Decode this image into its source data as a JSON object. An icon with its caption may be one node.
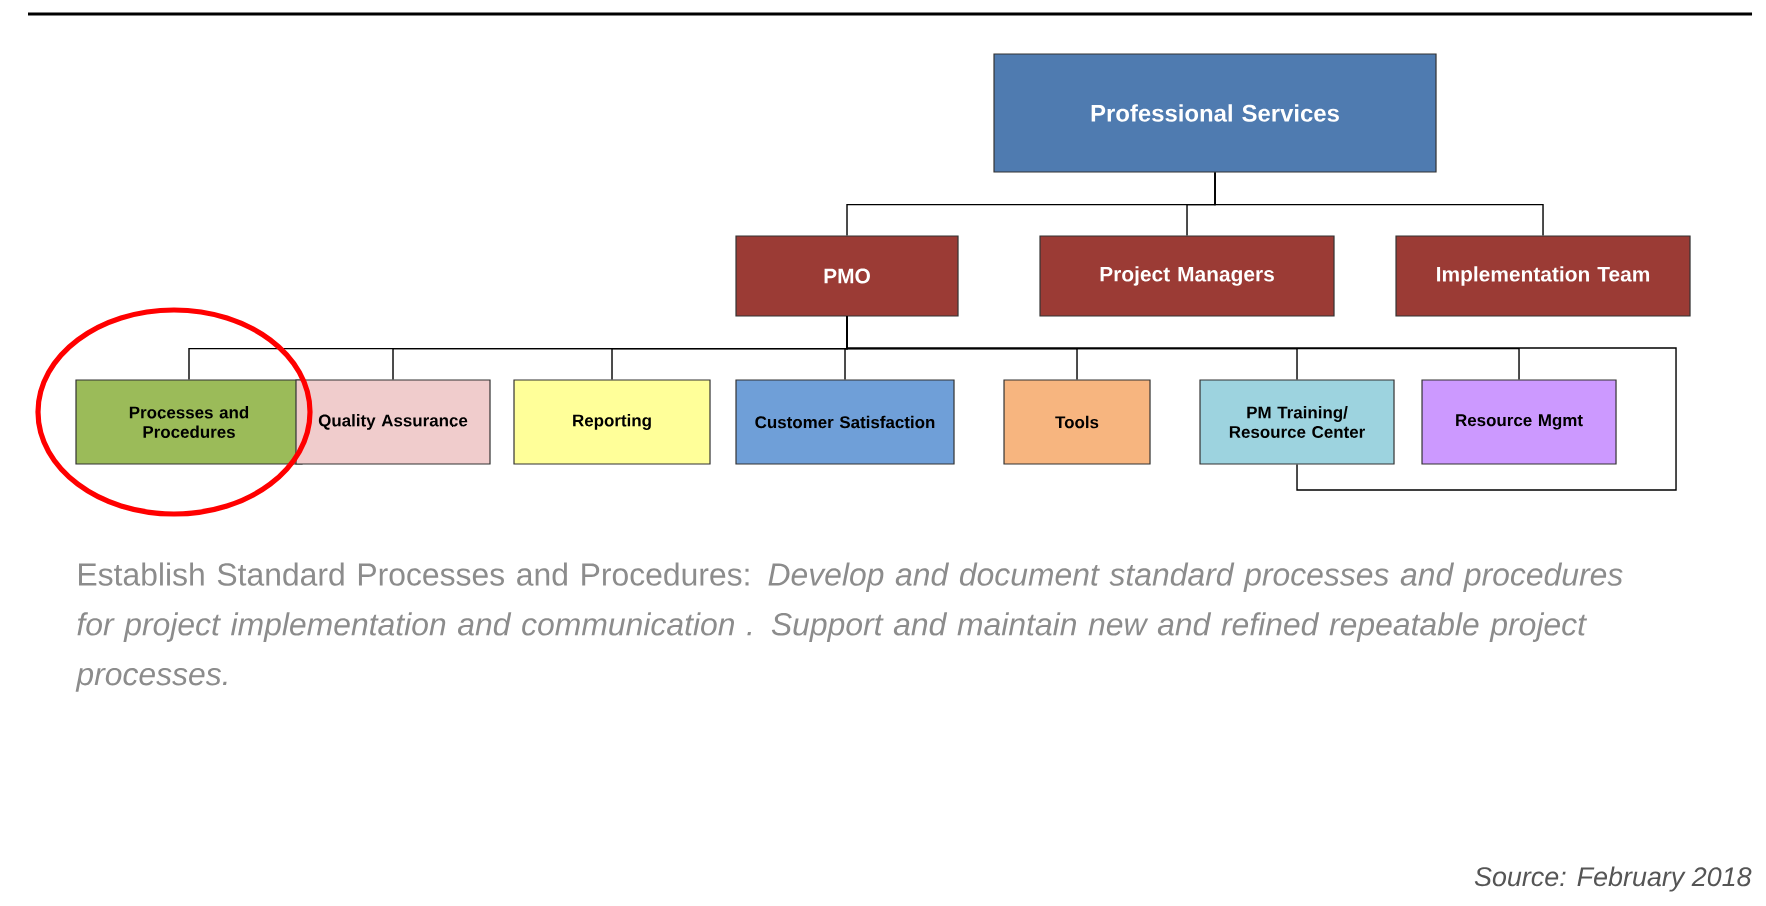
{
  "diagram": {
    "nodes": [
      {
        "text": [
          "Professional Services"
        ]
      },
      {
        "text": [
          "PMO"
        ]
      },
      {
        "text": [
          "Project Managers"
        ]
      },
      {
        "text": [
          "Implementation Team"
        ]
      },
      {
        "text": [
          "Processes and Procedures"
        ]
      },
      {
        "text": [
          "Quality Assurance"
        ]
      },
      {
        "text": [
          "Reporting"
        ]
      },
      {
        "text": [
          "Customer Satisfaction"
        ]
      },
      {
        "text": [
          "Tools"
        ]
      },
      {
        "text": [
          "PM Training/ Resource Center"
        ]
      },
      {
        "text": [
          "Resource Mgmt"
        ]
      }
    ],
    "edges": [
      {
        "from": 0,
        "to": 1,
        "arrow": "none"
      },
      {
        "from": 0,
        "to": 2,
        "arrow": "none"
      },
      {
        "from": 0,
        "to": 3,
        "arrow": "none"
      },
      {
        "from": 1,
        "to": 4,
        "arrow": "none"
      },
      {
        "from": 1,
        "to": 5,
        "arrow": "none"
      },
      {
        "from": 1,
        "to": 6,
        "arrow": "none"
      },
      {
        "from": 1,
        "to": 7,
        "arrow": "none"
      },
      {
        "from": 1,
        "to": 8,
        "arrow": "none"
      },
      {
        "from": 1,
        "to": 9,
        "arrow": "none"
      },
      {
        "from": 1,
        "to": 10,
        "arrow": "none"
      },
      {
        "from": 1,
        "to": 9,
        "arrow": "none"
      }
    ],
    "labels": [
      "Establish Standard Processes and Procedures: *Develop and document standard processes and procedures for project implementation and communication . Support and maintain new and refined repeatable project processes.*",
      "Source: February 2018"
    ]
  }
}
